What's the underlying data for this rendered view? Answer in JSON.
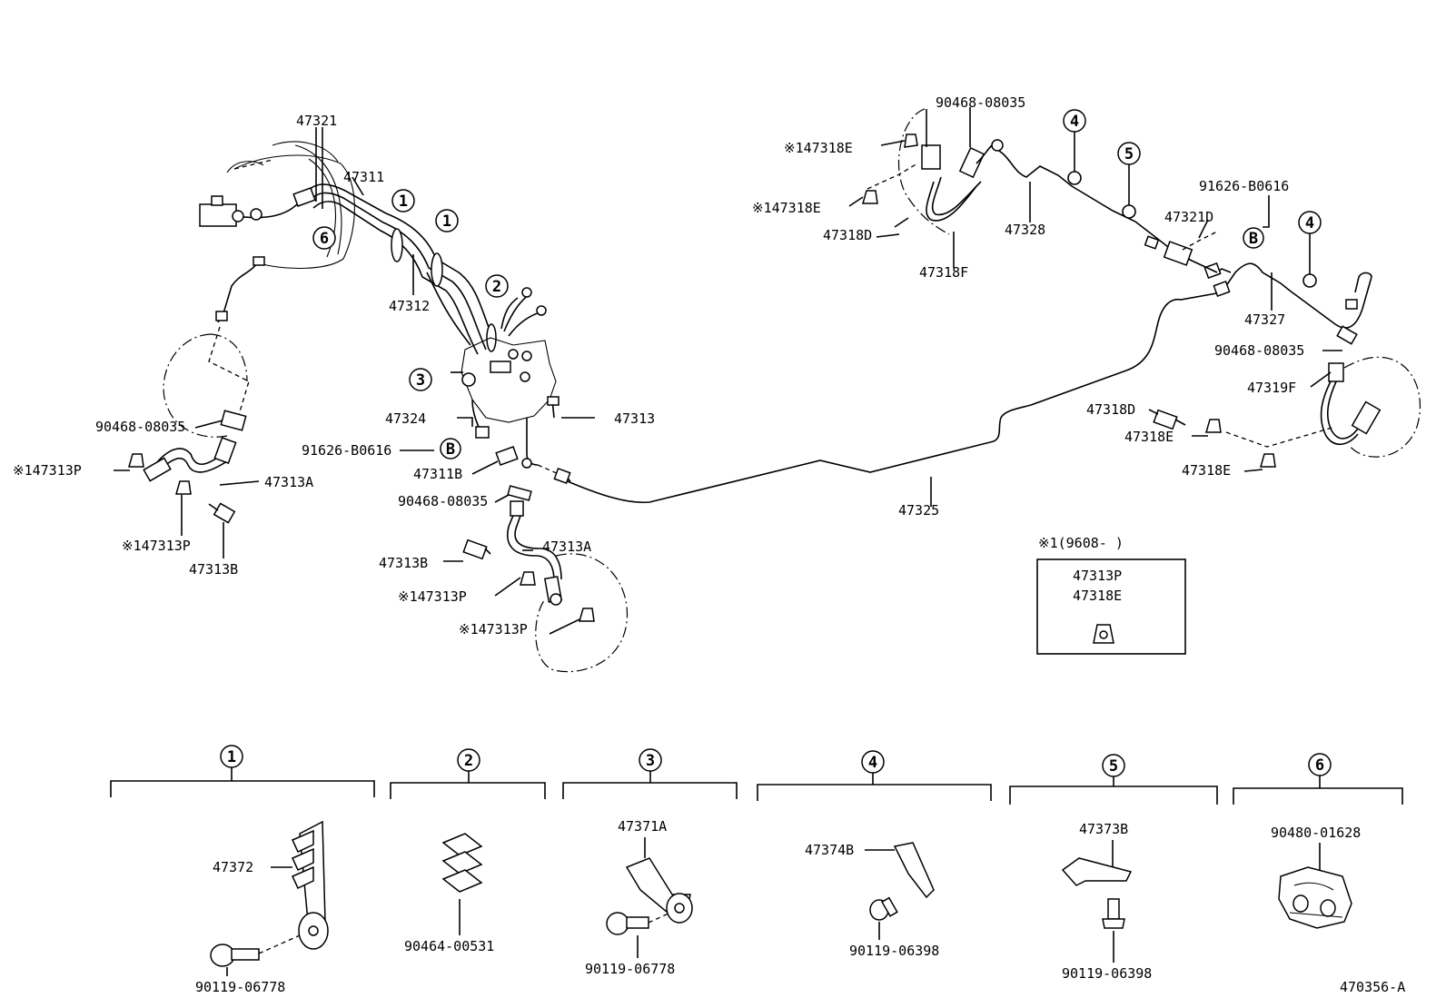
{
  "callouts": [
    {
      "id": "c-47321",
      "text": "47321"
    },
    {
      "id": "c-47311",
      "text": "47311"
    },
    {
      "id": "c-47312",
      "text": "47312"
    },
    {
      "id": "c-47324",
      "text": "47324"
    },
    {
      "id": "c-47313",
      "text": "47313"
    },
    {
      "id": "c-91626-b0616-l",
      "text": "91626-B0616"
    },
    {
      "id": "c-47311b",
      "text": "47311B"
    },
    {
      "id": "c-90468-08035-c",
      "text": "90468-08035"
    },
    {
      "id": "c-47313a-c",
      "text": "47313A"
    },
    {
      "id": "c-47313b-c",
      "text": "47313B"
    },
    {
      "id": "c-147313p-c1",
      "text": "※147313P"
    },
    {
      "id": "c-147313p-c2",
      "text": "※147313P"
    },
    {
      "id": "c-90468-08035-l",
      "text": "90468-08035"
    },
    {
      "id": "c-147313p-l1",
      "text": "※147313P"
    },
    {
      "id": "c-47313a-l",
      "text": "47313A"
    },
    {
      "id": "c-147313p-l2",
      "text": "※147313P"
    },
    {
      "id": "c-47313b-l",
      "text": "47313B"
    },
    {
      "id": "c-90468-08035-t",
      "text": "90468-08035"
    },
    {
      "id": "c-147318e-t1",
      "text": "※147318E"
    },
    {
      "id": "c-147318e-t2",
      "text": "※147318E"
    },
    {
      "id": "c-47318d-t",
      "text": "47318D"
    },
    {
      "id": "c-47318f",
      "text": "47318F"
    },
    {
      "id": "c-47328",
      "text": "47328"
    },
    {
      "id": "c-91626-b0616-r",
      "text": "91626-B0616"
    },
    {
      "id": "c-47321d",
      "text": "47321D"
    },
    {
      "id": "c-47327",
      "text": "47327"
    },
    {
      "id": "c-90468-08035-r",
      "text": "90468-08035"
    },
    {
      "id": "c-47319f",
      "text": "47319F"
    },
    {
      "id": "c-47318d-r",
      "text": "47318D"
    },
    {
      "id": "c-47318e-r1",
      "text": "47318E"
    },
    {
      "id": "c-47318e-r2",
      "text": "47318E"
    },
    {
      "id": "c-47325",
      "text": "47325"
    },
    {
      "id": "c-47372",
      "text": "47372"
    },
    {
      "id": "c-90119-06778-1",
      "text": "90119-06778"
    },
    {
      "id": "c-90464-00531",
      "text": "90464-00531"
    },
    {
      "id": "c-47371a",
      "text": "47371A"
    },
    {
      "id": "c-90119-06778-2",
      "text": "90119-06778"
    },
    {
      "id": "c-47374b",
      "text": "47374B"
    },
    {
      "id": "c-90119-06398-1",
      "text": "90119-06398"
    },
    {
      "id": "c-47373b",
      "text": "47373B"
    },
    {
      "id": "c-90119-06398-2",
      "text": "90119-06398"
    },
    {
      "id": "c-90480-01628",
      "text": "90480-01628"
    }
  ],
  "markers": {
    "one": "1",
    "two": "2",
    "three": "3",
    "four": "4",
    "five": "5",
    "six": "6",
    "b": "B"
  },
  "note_box": {
    "heading": "※1(9608-     )",
    "line1": "47313P",
    "line2": "47318E"
  },
  "catalog_number": "470356-A"
}
